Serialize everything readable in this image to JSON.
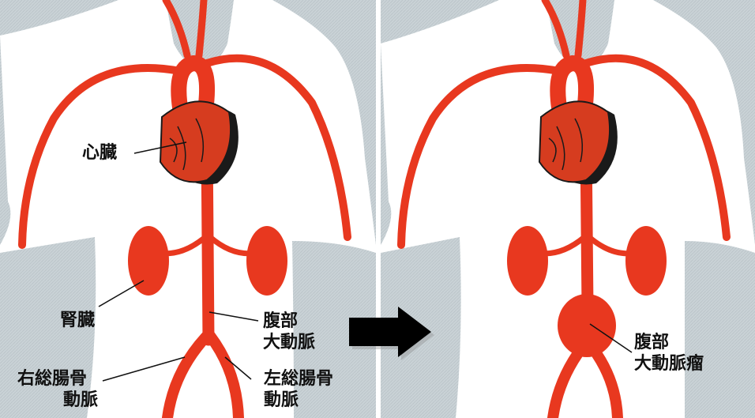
{
  "colors": {
    "background": "#c9d2d6",
    "body": "#ffffff",
    "artery": "#e8381f",
    "heart": "#d63c1f",
    "heart_shadow": "#1a1a1a",
    "arrow": "#000000"
  },
  "before": {
    "heart": "心臓",
    "kidney": "腎臓",
    "abdominal_aorta": [
      "腹部",
      "大動脈"
    ],
    "right_iliac": [
      "右総腸骨",
      "動脈"
    ],
    "left_iliac": [
      "左総腸骨",
      "動脈"
    ]
  },
  "after": {
    "aneurysm": [
      "腹部",
      "大動脈瘤"
    ]
  }
}
